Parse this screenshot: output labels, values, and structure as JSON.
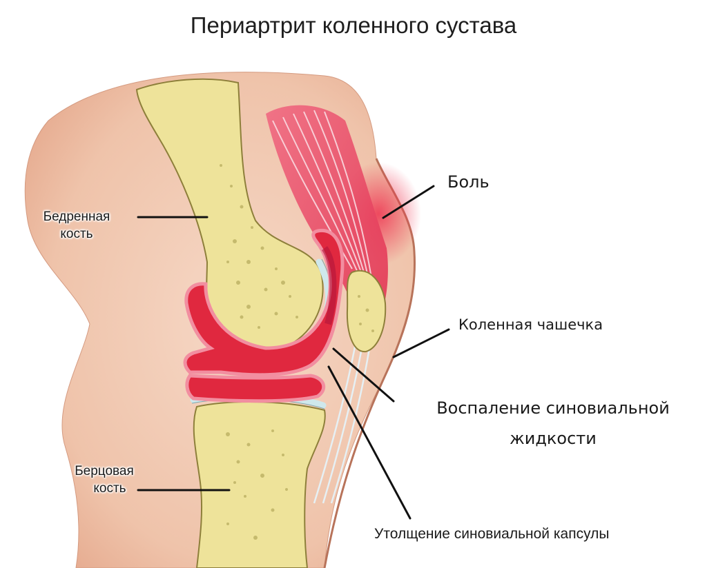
{
  "title": "Периартрит коленного сустава",
  "labels": {
    "femur": {
      "line1": "Бедренная",
      "line2": "кость"
    },
    "tibia": {
      "line1": "Берцовая",
      "line2": "кость"
    },
    "pain": "Боль",
    "kneecap": "Коленная чашечка",
    "synovial_fluid": {
      "line1": "Воспаление синовиальной",
      "line2": "жидкости"
    },
    "synovial_capsule": "Утолщение синовиальной капсулы"
  },
  "colors": {
    "skin": "#f3cdb6",
    "skin_edge": "#c9876d",
    "bone": "#eee39a",
    "bone_spots": "#b5aa5a",
    "cartilage": "#cfe8ec",
    "synovial_inflamed": "#e0283f",
    "synovial_outline": "#f28ea0",
    "muscle": "#e8506a",
    "leader_line": "#111111"
  }
}
